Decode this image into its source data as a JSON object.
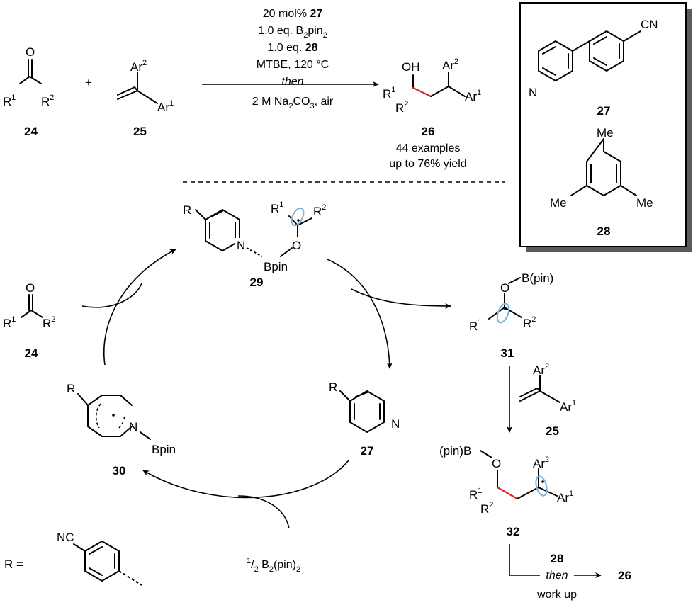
{
  "reaction": {
    "conditions": [
      "20 mol% ",
      "27",
      "1.0 eq. B",
      "2",
      "pin",
      "2",
      "1.0 eq. ",
      "28",
      "MTBE, 120 °C",
      "then",
      "2 M Na",
      "2",
      "CO",
      "3",
      ", air"
    ],
    "plus": "+",
    "product_examples": "44 examples",
    "product_yield": "up to 76% yield"
  },
  "compounds": {
    "c24": "24",
    "c25": "25",
    "c26": "26",
    "c27": "27",
    "c28": "28",
    "c29": "29",
    "c30": "30",
    "c31": "31",
    "c32": "32"
  },
  "atoms": {
    "O": "O",
    "OH": "OH",
    "N": "N",
    "R": "R",
    "Ar": "Ar",
    "Me": "Me",
    "CN": "CN",
    "NC": "NC",
    "Bpin": "Bpin",
    "B_pin": "B(pin)",
    "pin_B": "(pin)B",
    "sup1": "1",
    "sup2": "2"
  },
  "cycle": {
    "half_b2pin2": [
      "1",
      "/",
      "2",
      " B",
      "2",
      "(pin)",
      "2"
    ],
    "r_equals": "R    ="
  },
  "workup": {
    "reagent": "28",
    "then": "then",
    "work_up": "work up",
    "product": "26"
  },
  "colors": {
    "new_bond": "#e0231f",
    "radical_orbital": "#7fb2d9",
    "box_shadow": "#5a5a5a"
  }
}
